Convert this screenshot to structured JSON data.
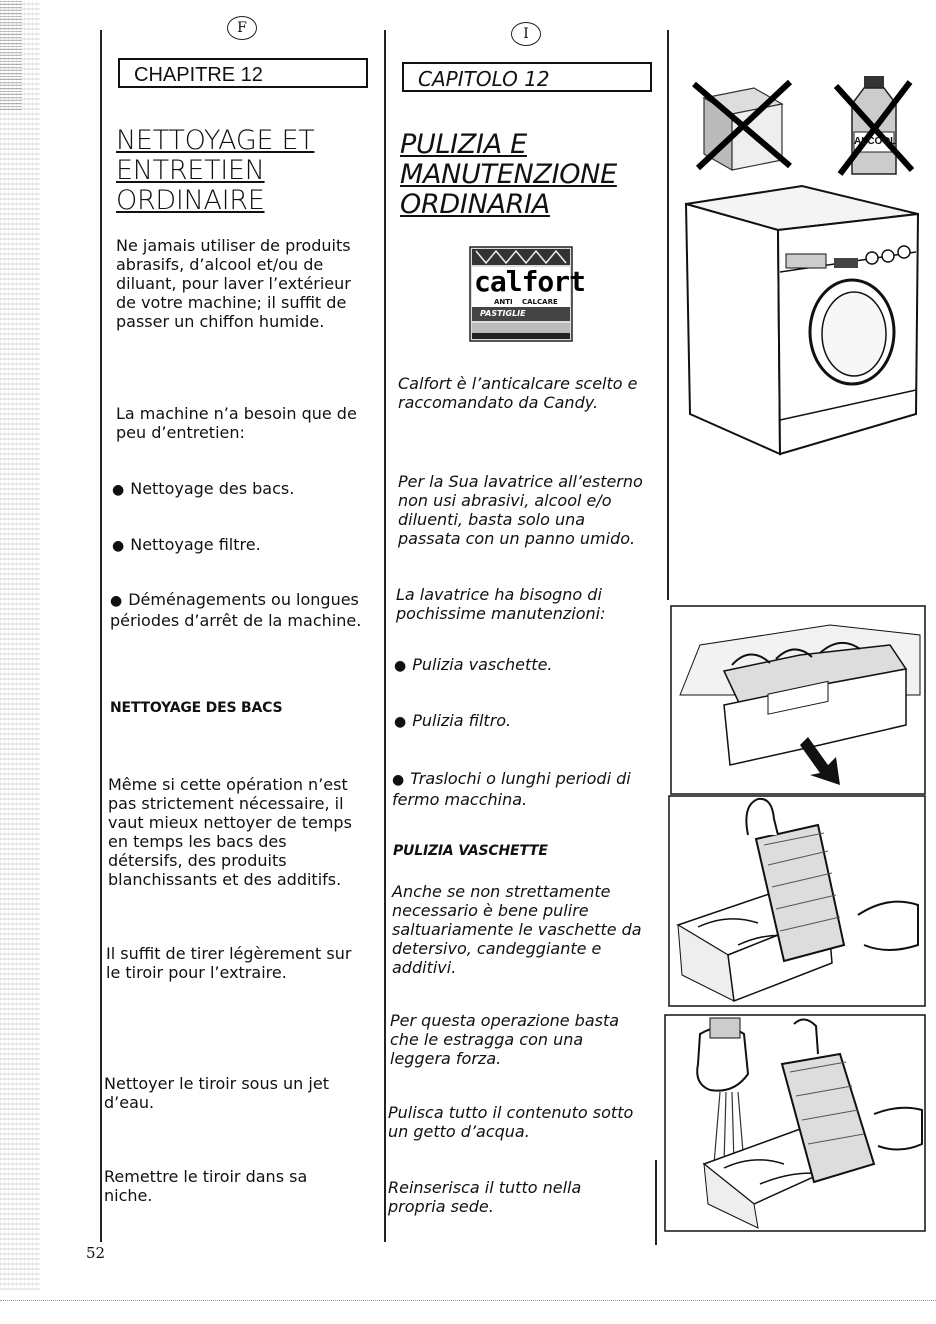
{
  "header": {
    "left_lang": "F",
    "right_lang": "I"
  },
  "french": {
    "chapter": "CHAPITRE 12",
    "title": [
      "NETTOYAGE ET",
      "ENTRETIEN",
      "ORDINAIRE"
    ],
    "p1": "Ne jamais utiliser de produits abrasifs, d’alcool et/ou de diluant, pour laver l’extérieur de votre machine; il suffit de passer un chiffon humide.",
    "p2": "La machine n’a besoin que de peu d’entretien:",
    "bullets": [
      "Nettoyage des bacs.",
      "Nettoyage filtre.",
      "Déménagements ou longues périodes d’arrêt de la machine."
    ],
    "subhead": "NETTOYAGE DES BACS",
    "p3": "Même si cette opération n’est pas strictement nécessaire, il vaut mieux nettoyer de temps en temps les bacs des détersifs, des produits blanchissants et des additifs.",
    "p4": "Il suffit de tirer légèrement sur le tiroir pour l’extraire.",
    "p5": "Nettoyer le tiroir sous un jet d’eau.",
    "p6": "Remettre le tiroir dans sa niche."
  },
  "italian": {
    "chapter": "CAPITOLO 12",
    "title": [
      "PULIZIA E",
      "MANUTENZIONE",
      "ORDINARIA"
    ],
    "calfort_caption": "Calfort è l’anticalcare scelto e raccomandato da Candy.",
    "p1": "Per la Sua lavatrice all’esterno non usi abrasivi, alcool e/o diluenti, basta solo una passata con un panno umido.",
    "p2": "La lavatrice ha bisogno di pochissime manutenzioni:",
    "bullets": [
      "Pulizia vaschette.",
      "Pulizia filtro.",
      "Traslochi o lunghi periodi di fermo macchina."
    ],
    "subhead": "PULIZIA VASCHETTE",
    "p3": "Anche se non strettamente necessario è bene pulire saltuariamente le vaschette da detersivo, candeggiante e additivi.",
    "p4": "Per questa operazione basta che le estragga con una leggera forza.",
    "p5": "Pulisca tutto il contenuto sotto un getto d’acqua.",
    "p6": "Reinserisca il tutto nella propria sede."
  },
  "product": {
    "brand": "calfort",
    "sub1": "ANTI",
    "sub2": "CALCARE",
    "sub3": "PASTIGLIE"
  },
  "illustrations": {
    "alcool_label": "ALCOOL"
  },
  "footer": {
    "page_number": "52"
  }
}
